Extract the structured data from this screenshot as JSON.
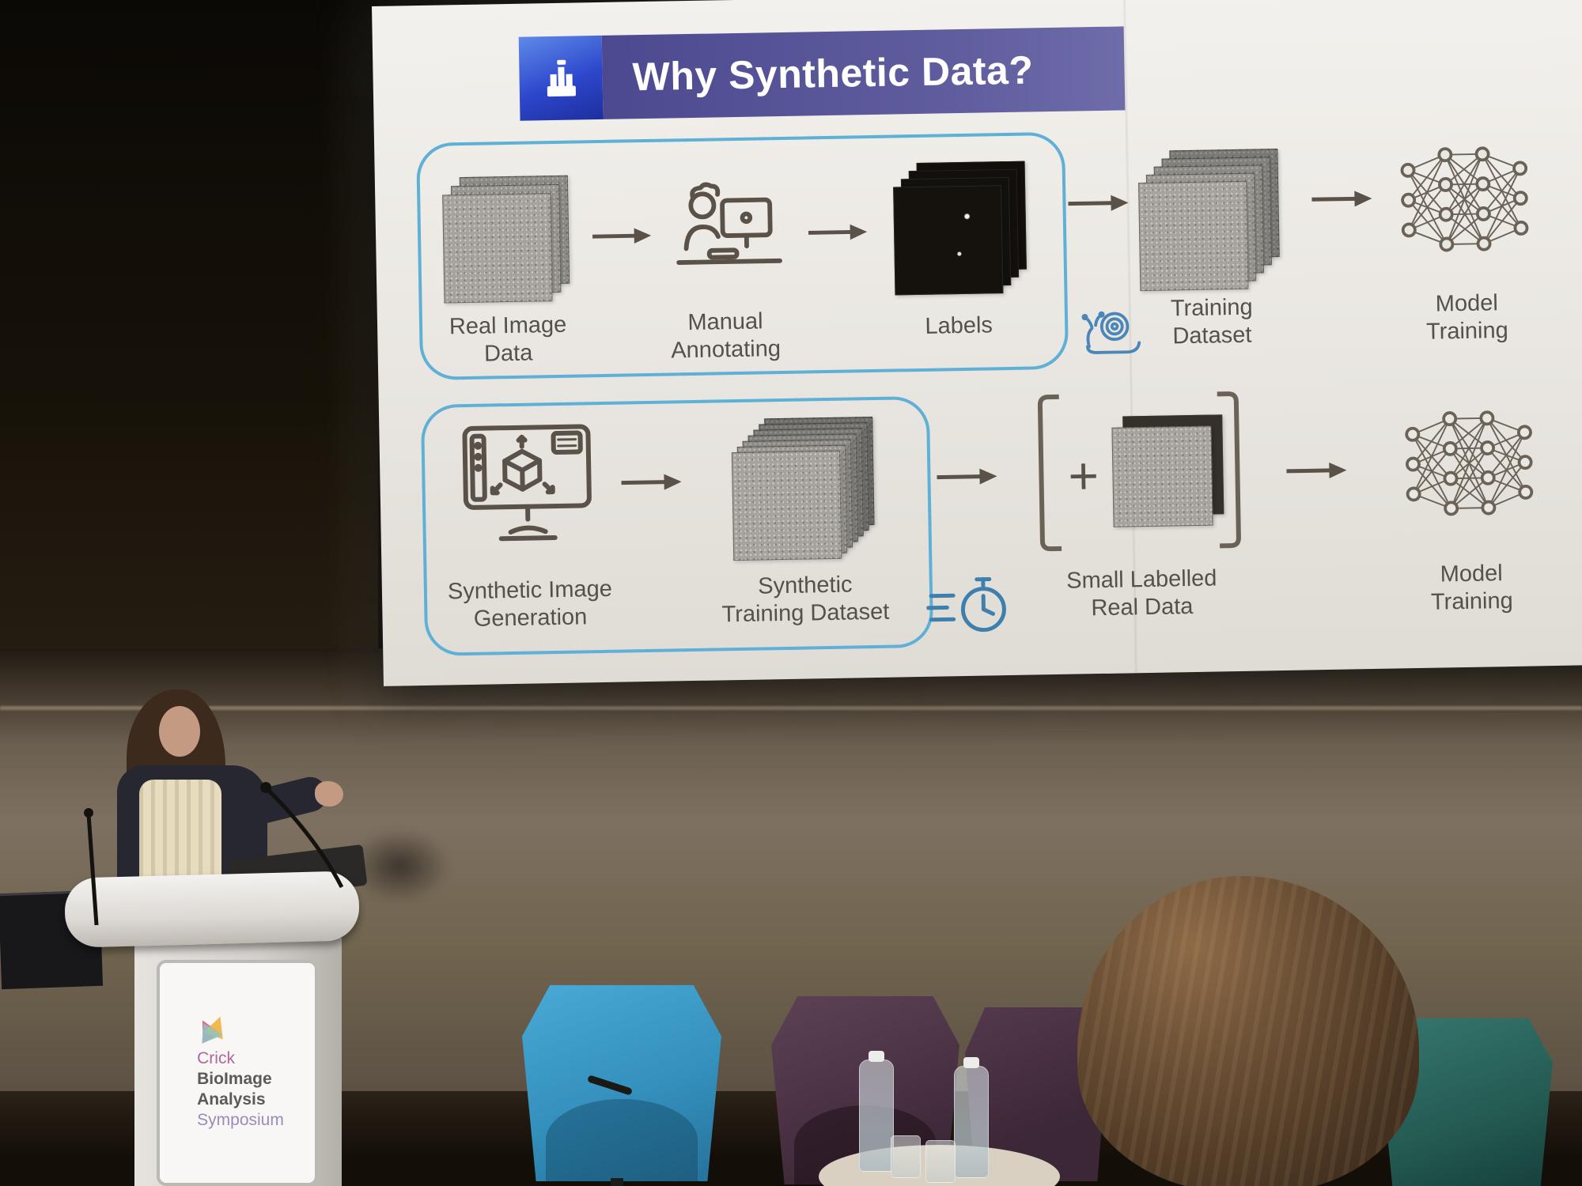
{
  "slide": {
    "title": "Why Synthetic Data?",
    "row1": {
      "labels": [
        "Real Image Data",
        "Manual Annotating",
        "Labels",
        "Training Dataset",
        "Model Training"
      ]
    },
    "row2": {
      "labels": [
        "Synthetic Image Generation",
        "Synthetic Training Dataset",
        "Small Labelled Real Data",
        "Model Training"
      ],
      "plus": "+"
    }
  },
  "podium": {
    "logo": {
      "lines": [
        "Crick",
        "BioImage",
        "Analysis",
        "Symposium"
      ]
    }
  },
  "icons": {
    "university-logo-icon": "white castle on blue square",
    "annotator-icon": "person at computer",
    "image-stack-icon": "stack of noisy grey images",
    "labels-stack-icon": "stack of black mask images",
    "snail-icon": "snail (slow process)",
    "timer-icon": "clock with speed lines (fast process)",
    "neural-network-icon": "fully connected network",
    "synthetic-generator-icon": "monitor with 3D cube",
    "arrow-icon": "right arrow",
    "bracket-icon": "square bracket",
    "microphone-icon": "gooseneck microphone"
  },
  "colors": {
    "slide_background": "#e9e7e2",
    "header_purple": "#59569c",
    "logo_blue": "#2d47cc",
    "pipeline_outline_blue": "#5fb0d6",
    "diagram_ink": "#5a5249",
    "accent_icon_blue": "#3f7fae"
  }
}
